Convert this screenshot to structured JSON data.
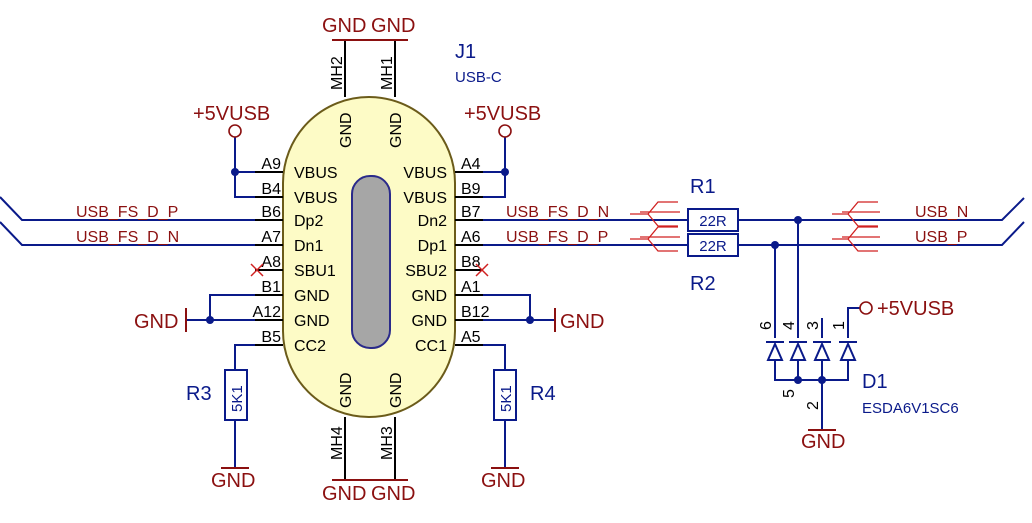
{
  "power": {
    "gnd": "GND",
    "vbus": "+5VUSB"
  },
  "j1": {
    "ref": "J1",
    "value": "USB-C",
    "mh": [
      "MH1",
      "MH2",
      "MH3",
      "MH4"
    ],
    "left_pins": [
      {
        "num": "A9",
        "name": "VBUS"
      },
      {
        "num": "B4",
        "name": "VBUS"
      },
      {
        "num": "B6",
        "name": "Dp2"
      },
      {
        "num": "A7",
        "name": "Dn1"
      },
      {
        "num": "A8",
        "name": "SBU1"
      },
      {
        "num": "B1",
        "name": "GND"
      },
      {
        "num": "A12",
        "name": "GND"
      },
      {
        "num": "B5",
        "name": "CC2"
      }
    ],
    "right_pins": [
      {
        "num": "A4",
        "name": "VBUS"
      },
      {
        "num": "B9",
        "name": "VBUS"
      },
      {
        "num": "B7",
        "name": "Dn2"
      },
      {
        "num": "A6",
        "name": "Dp1"
      },
      {
        "num": "B8",
        "name": "SBU2"
      },
      {
        "num": "A1",
        "name": "GND"
      },
      {
        "num": "B12",
        "name": "GND"
      },
      {
        "num": "A5",
        "name": "CC1"
      }
    ],
    "top_pin_name": "GND",
    "bottom_pin_name": "GND"
  },
  "nets": {
    "left_top": "USB_FS_D_P",
    "left_bot": "USB_FS_D_N",
    "mid_top": "USB_FS_D_N",
    "mid_bot": "USB_FS_D_P",
    "out_top": "USB_N",
    "out_bot": "USB_P"
  },
  "resistors": {
    "r1": {
      "ref": "R1",
      "value": "22R"
    },
    "r2": {
      "ref": "R2",
      "value": "22R"
    },
    "r3": {
      "ref": "R3",
      "value": "5K1"
    },
    "r4": {
      "ref": "R4",
      "value": "5K1"
    }
  },
  "d1": {
    "ref": "D1",
    "value": "ESDA6V1SC6",
    "pins": [
      "6",
      "4",
      "3",
      "1",
      "5",
      "2"
    ]
  }
}
